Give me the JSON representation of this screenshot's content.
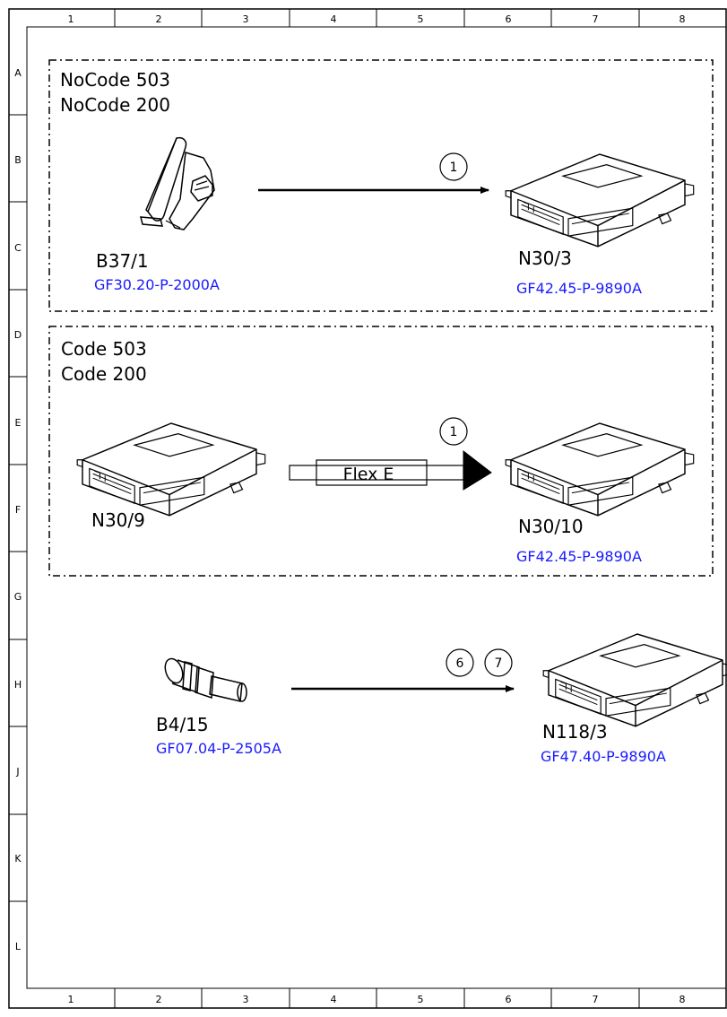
{
  "grid": {
    "columns": [
      "1",
      "2",
      "3",
      "4",
      "5",
      "6",
      "7",
      "8"
    ],
    "rows": [
      "A",
      "B",
      "C",
      "D",
      "E",
      "F",
      "G",
      "H",
      "J",
      "K",
      "L"
    ]
  },
  "group1": {
    "lines": [
      "NoCode 503",
      "NoCode 200"
    ],
    "source": {
      "name": "B37/1",
      "doc": "GF30.20-P-2000A",
      "icon": "accelerator-pedal-sensor"
    },
    "connection": {
      "bubbles": [
        "1"
      ]
    },
    "target": {
      "name": "N30/3",
      "doc": "GF42.45-P-9890A",
      "icon": "control-unit"
    }
  },
  "group2": {
    "lines": [
      "Code 503",
      "Code 200"
    ],
    "source": {
      "name": "N30/9",
      "icon": "control-unit"
    },
    "connection": {
      "bubbles": [
        "1"
      ],
      "bus_label": "Flex E"
    },
    "target": {
      "name": "N30/10",
      "doc": "GF42.45-P-9890A",
      "icon": "control-unit"
    }
  },
  "group3": {
    "source": {
      "name": "B4/15",
      "doc": "GF07.04-P-2505A",
      "icon": "pressure-sensor"
    },
    "connection": {
      "bubbles": [
        "6",
        "7"
      ]
    },
    "target": {
      "name": "N118/3",
      "doc": "GF47.40-P-9890A",
      "icon": "control-unit"
    }
  },
  "colors": {
    "line": "#000000",
    "link": "#1a1aff",
    "background": "#ffffff"
  }
}
